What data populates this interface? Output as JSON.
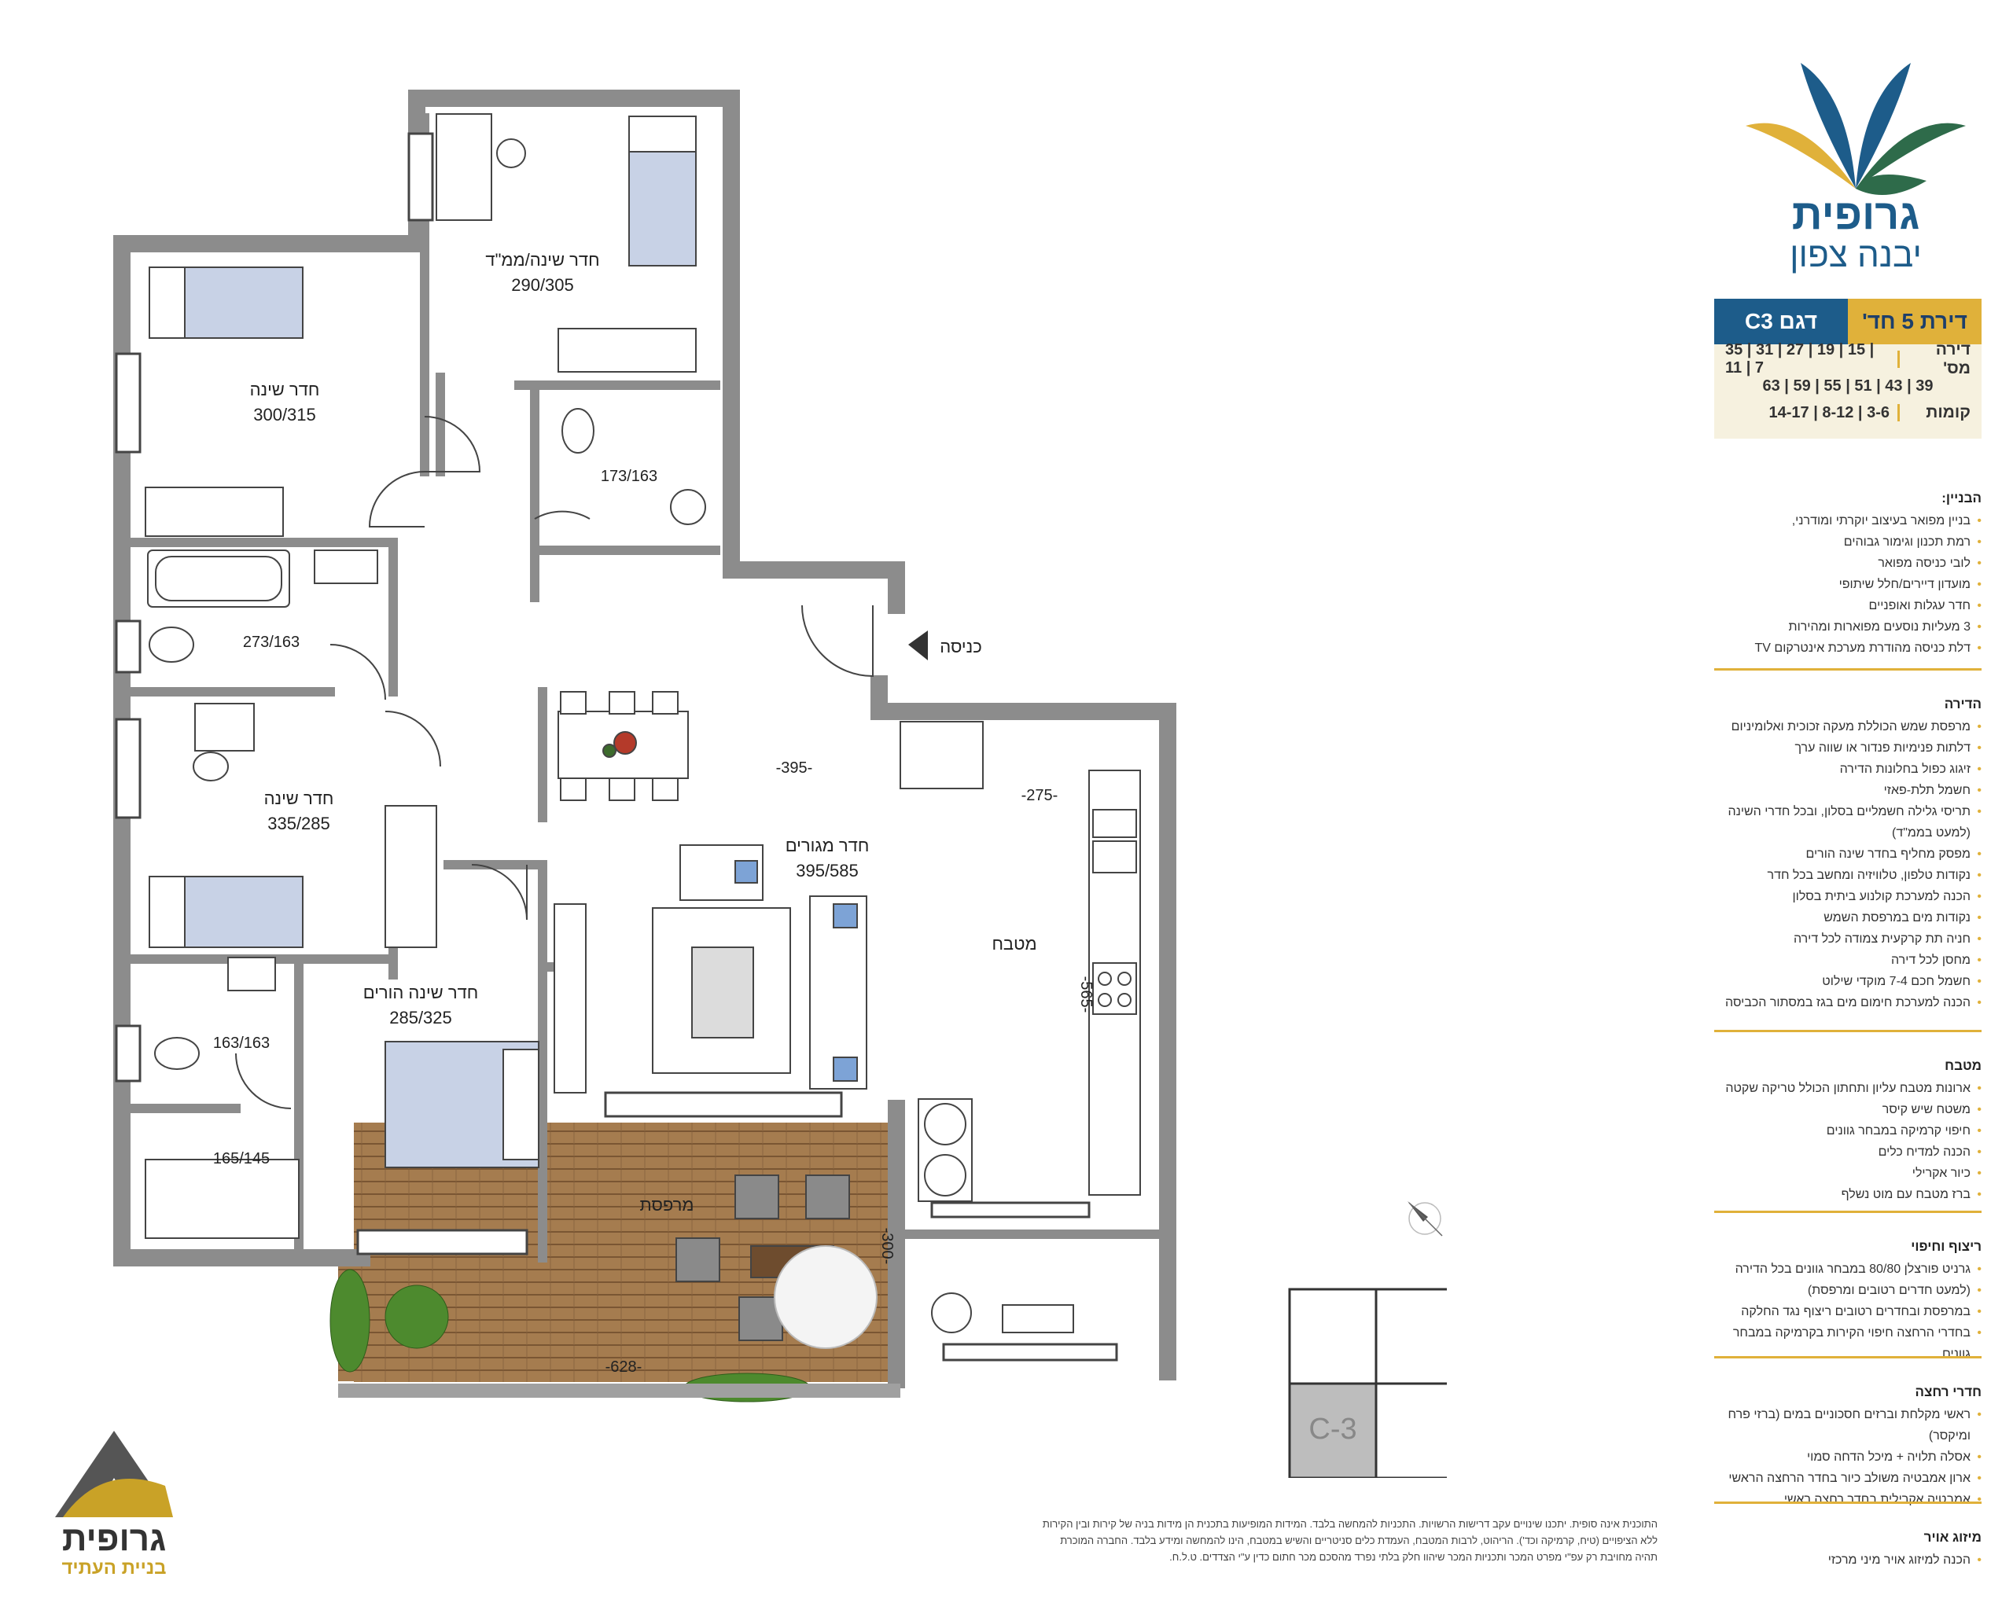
{
  "rooms": {
    "mamad_name": "חדר שינה/ממ\"ד",
    "mamad_dim": "290/305",
    "bed1_name": "חדר שינה",
    "bed1_dim": "300/315",
    "wc1_dim": "173/163",
    "bath1_dim": "273/163",
    "bed2_name": "חדר שינה",
    "bed2_dim": "335/285",
    "master_name": "חדר שינה הורים",
    "master_dim": "285/325",
    "ensuite_dim": "163/163",
    "laundry_dim": "165/145",
    "living_name": "חדר מגורים",
    "living_dim": "395/585",
    "kitchen_name": "מטבח",
    "balcony_name": "מרפסת",
    "entrance": "כניסה"
  },
  "dims": {
    "d395": "-395-",
    "d275": "-275-",
    "d565": "-565-",
    "d300": "-300-",
    "d628": "-628-"
  },
  "brand": {
    "name_line1": "גרופית",
    "name_line2": "יבנה צפון"
  },
  "model": {
    "apt_type": "דירת 5 חד'",
    "model_code": "דגם C3",
    "apt_no_label": "דירה מס'",
    "apt_no_row1": "35 | 31 | 27 | 19 | 15 | 11 | 7",
    "apt_no_row2": "63 | 59 | 55 | 51 | 43 | 39",
    "floors_label": "קומות",
    "floors_value": "14-17 | 8-12 | 3-6"
  },
  "spec": {
    "building_title": "הבניין:",
    "building": [
      "בניין מפואר בעיצוב יוקרתי ומודרני,",
      "רמת תכנון וגימור גבוהים",
      "לובי כניסה מפואר",
      "מועדון דיירים/חלל שיתופי",
      "חדר עגלות ואופניים",
      "3 מעליות נוסעים מפוארות ומהירות",
      "דלת כניסה מהודרת מערכת אינטרקום TV"
    ],
    "apartment_title": "הדירה",
    "apartment": [
      "מרפסת שמש הכוללת מעקה זכוכית ואלומיניום",
      "דלתות פנימיות פנדור או שווה ערך",
      "זיגוג כפול בחלונות הדירה",
      "חשמל תלת-פאזי",
      "תריסי גלילה חשמליים בסלון, ובכל חדרי השינה (למעט בממ\"ד)",
      "מפסק מחליף בחדר שינה הורים",
      "נקודות טלפון, טלוויזיה ומחשב בכל חדר",
      "הכנה למערכת קולנוע ביתית בסלון",
      "נקודות מים במרפסת השמש",
      "חניה תת קרקעית צמודה לכל דירה",
      "מחסן לכל דירה",
      "חשמל חכם 7-4 מוקדי שילוט",
      "הכנה למערכת חימום מים בגז במסתור הכביסה"
    ],
    "kitchen_title": "מטבח",
    "kitchen": [
      "ארונות מטבח עליון ותחתון הכולל טריקה שקטה",
      "משטח שיש קיסר",
      "חיפוי קרמיקה במבחר גוונים",
      "הכנה למדיח כלים",
      "כיור אקרילי",
      "ברז מטבח עם מוט נשלף"
    ],
    "flooring_title": "ריצוף וחיפוי",
    "flooring": [
      "גרניט פורצלן 80/80 במבחר גוונים בכל הדירה",
      "(למעט חדרים רטובים ומרפסת)",
      "במרפסת ובחדרים רטובים ריצוף נגד החלקה",
      "בחדרי הרחצה חיפוי הקירות בקרמיקה במבחר גוונים"
    ],
    "bath_title": "חדרי רחצה",
    "bath": [
      "ראשי מקלחת וברזים חסכוניים במים (ברזי פרח ומיקסר)",
      "אסלה תלויה + מיכל הדחה סמוי",
      "ארון אמבטיה משולב כיור בחדר הרחצה הראשי",
      "אמבטיה אקרילית בחדר רחצה ראשי"
    ],
    "ac_title": "מיזוג אויר",
    "ac": [
      "הכנה למיזוג אויר מיני מרכזי"
    ]
  },
  "footer_note": "התוכנית אינה סופית. יתכנו שינויים עקב דרישות הרשויות. התכניות להמחשה בלבד. המידות המופיעות בתכנית הן מידות בניה של קירות ובין הקירות ללא הציפויים (טיח, קרמיקה וכד'). הריהוט, לרבות המטבח, העמדת כלים סניטריים והשיש במטבח, הינו להמחשה ומידע בלבד. החברה המוכרת תהיה מחויבת רק עפ\"י מפרט המכר ותכניות המכר שיהוו חלק בלתי נפרד מהסכם מכר חתום כדין ע\"י הצדדים. ט.ל.ח.",
  "bottom_logo": {
    "line1": "גרופית",
    "line2": "בניית העתיד"
  },
  "keyplan_label": "C-3",
  "colors": {
    "wall": "#8c8c8c",
    "brand_blue": "#1d5c8a",
    "brand_gold": "#e0b13a",
    "brand_green": "#2e6b4a",
    "deck": "#a07a4e",
    "bed": "#c8d2e6"
  }
}
